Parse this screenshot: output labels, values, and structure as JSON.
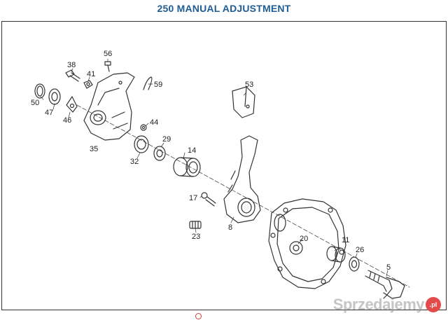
{
  "title": "250 MANUAL ADJUSTMENT",
  "part_labels": {
    "p56": "56",
    "p38": "38",
    "p41": "41",
    "p59": "59",
    "p50": "50",
    "p47": "47",
    "p46": "46",
    "p44": "44",
    "p35": "35",
    "p32": "32",
    "p29": "29",
    "p14": "14",
    "p53": "53",
    "p17": "17",
    "p8": "8",
    "p23": "23",
    "p20": "20",
    "p11": "11",
    "p26": "26",
    "p5": "5"
  },
  "watermark": {
    "text": "Sprzedajemy",
    "badge": ".pl"
  },
  "colors": {
    "title": "#1f5c93",
    "line": "#333333",
    "badge": "#e34a4a"
  }
}
